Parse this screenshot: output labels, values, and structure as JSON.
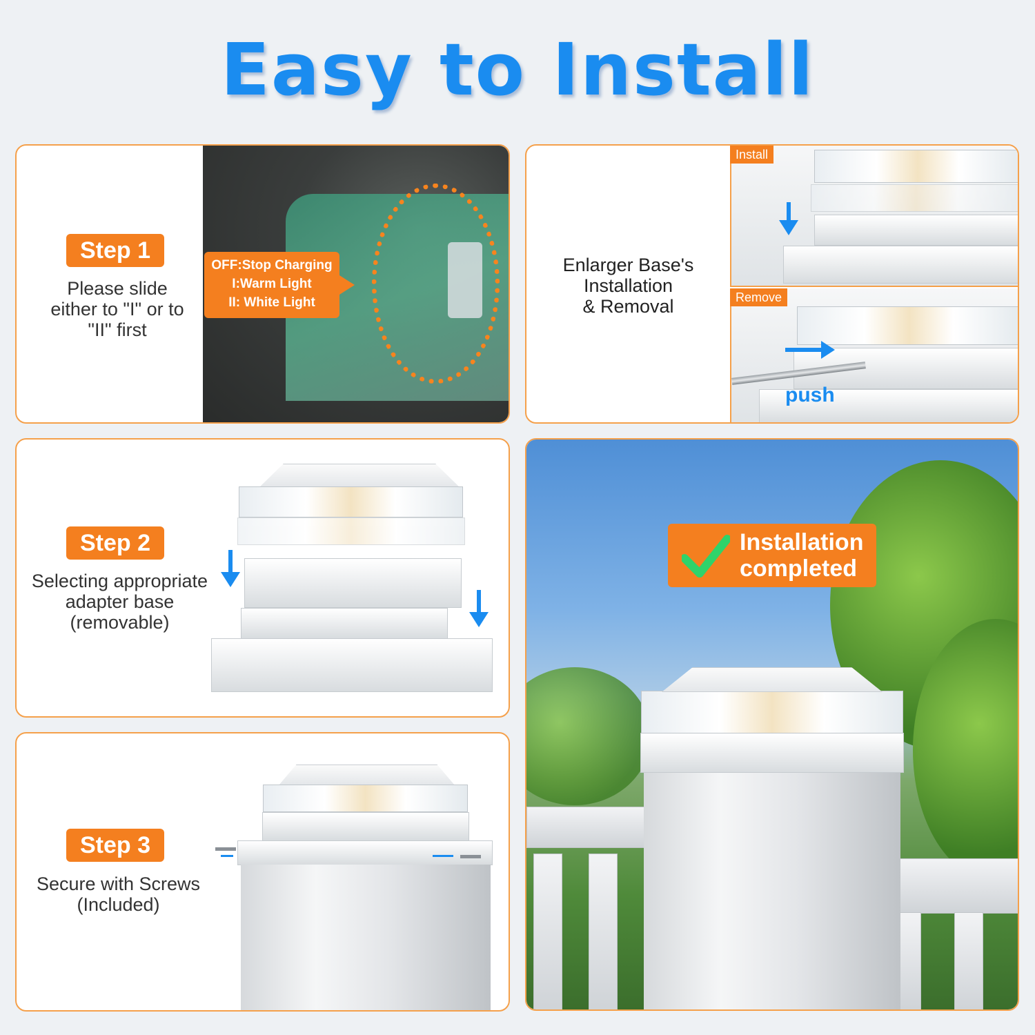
{
  "title": "Easy to Install",
  "step1": {
    "badge": "Step 1",
    "text": "Please slide either to \"I\" or to \"II\" first",
    "callout": [
      "OFF:Stop Charging",
      "I:Warm Light",
      "II: White Light"
    ]
  },
  "enlarger": {
    "text": [
      "Enlarger Base's",
      "Installation",
      "& Removal"
    ],
    "install_tag": "Install",
    "remove_tag": "Remove",
    "push_label": "push"
  },
  "step2": {
    "badge": "Step 2",
    "text": [
      "Selecting appropriate",
      "adapter base",
      "(removable)"
    ]
  },
  "step3": {
    "badge": "Step 3",
    "text": [
      "Secure with Screws",
      "(Included)"
    ]
  },
  "completed": {
    "text": [
      "Installation",
      "completed"
    ]
  },
  "colors": {
    "accent_orange": "#f47f1f",
    "title_blue": "#1a8cf0",
    "check_green": "#2fd36a"
  },
  "icons": [
    "down-arrow-icon",
    "right-arrow-icon",
    "left-arrow-icon",
    "checkmark-icon"
  ]
}
